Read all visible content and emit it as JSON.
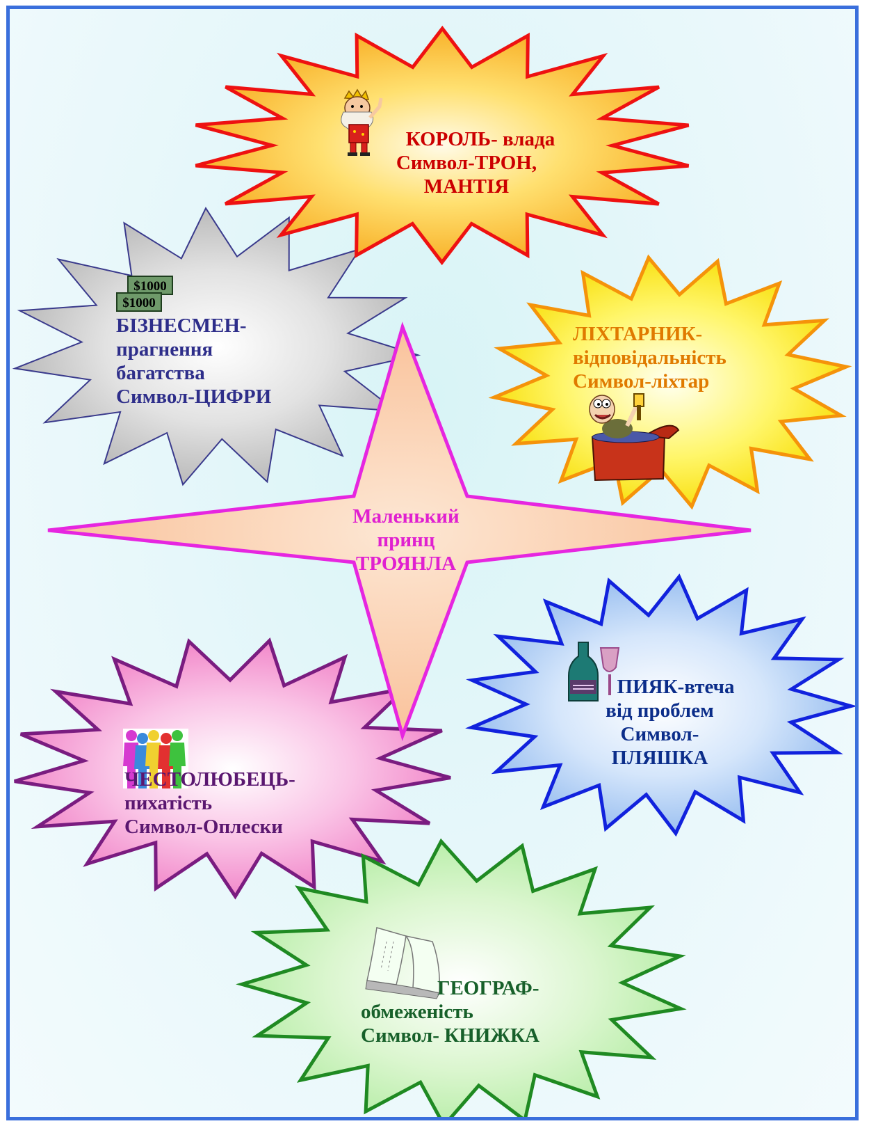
{
  "colors": {
    "frame": "#3a6fdc",
    "background": "#e6f7fa",
    "king": "#cc0000",
    "businessman": "#2e2e8a",
    "lamplighter": "#e07a00",
    "drunkard": "#0b2d8a",
    "vain_man": "#5a1770",
    "geographer": "#17602a",
    "little_prince": "#e020d0"
  },
  "center_star": {
    "lines": [
      "Маленький",
      "принц",
      "ТРОЯНЛА"
    ]
  },
  "bursts": {
    "king": {
      "lines": [
        "КОРОЛЬ- влада",
        "Символ-ТРОН,",
        "МАНТІЯ"
      ],
      "icon": "king-icon"
    },
    "businessman": {
      "lines": [
        "БІЗНЕСМЕН-",
        "прагнення",
        "багатства",
        "Символ-ЦИФРИ"
      ],
      "icon": "money-icon",
      "notes": [
        "$1000",
        "$1000"
      ]
    },
    "lamplighter": {
      "lines": [
        "ЛІХТАРНИК-",
        "відповідальність",
        "Символ-ліхтар"
      ],
      "icon": "lamplighter-icon"
    },
    "drunkard": {
      "lines": [
        "ПИЯК-втеча",
        "від проблем",
        "Символ-",
        "ПЛЯШКА"
      ],
      "icon": "bottle-icon"
    },
    "vain_man": {
      "lines": [
        "ЧЕСТОЛЮБЕЦЬ-",
        "пихатість",
        "Символ-Оплески"
      ],
      "icon": "people-icon"
    },
    "geographer": {
      "lines": [
        "ГЕОГРАФ-",
        "обмеженість",
        "Символ- КНИЖКА"
      ],
      "icon": "book-icon"
    }
  }
}
